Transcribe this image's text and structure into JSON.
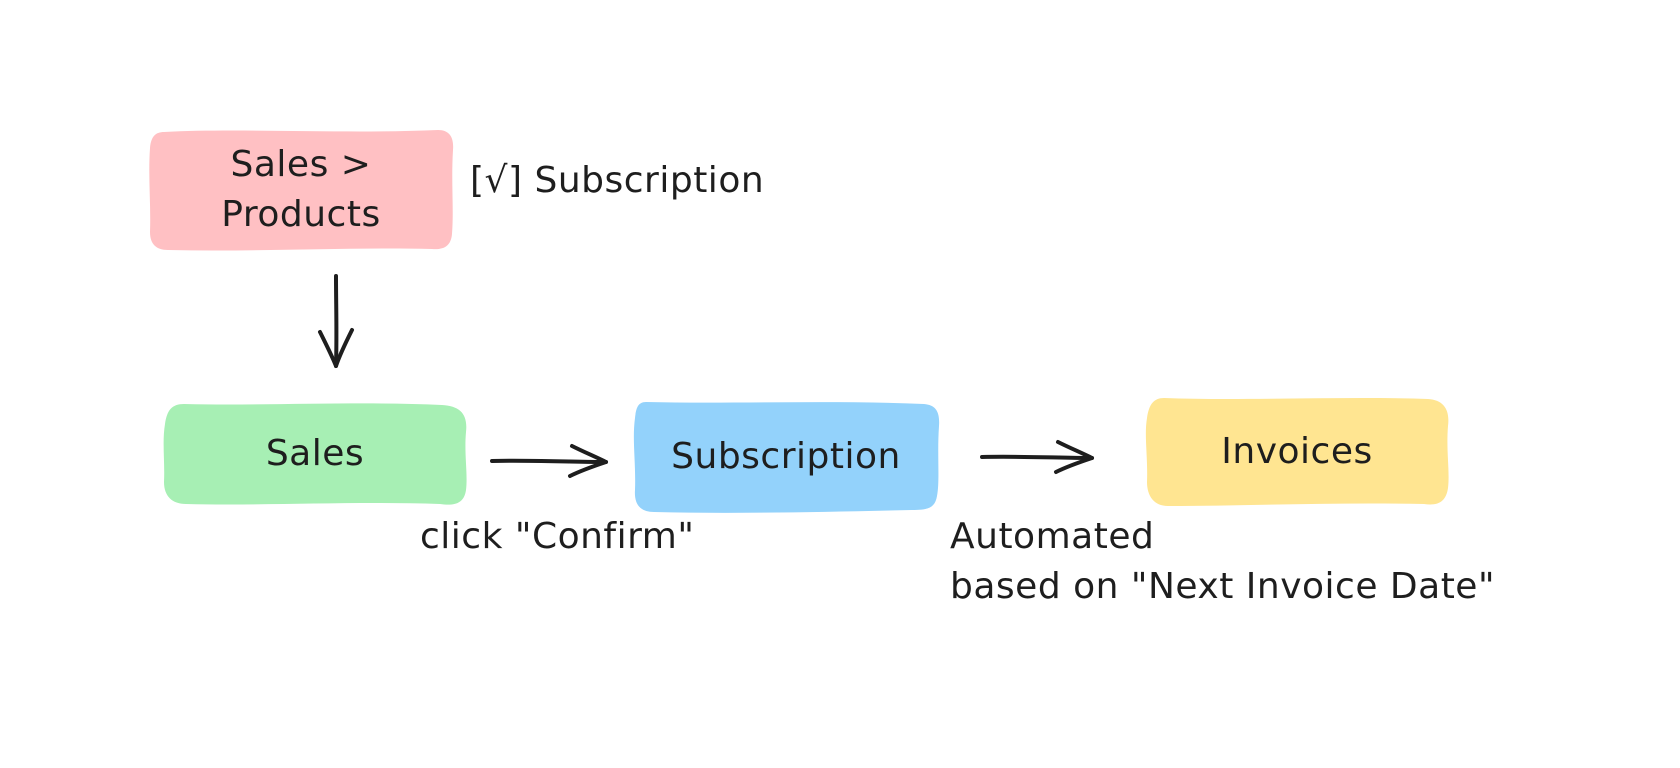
{
  "diagram": {
    "colors": {
      "ink": "#1e1e1e",
      "products_fill": "#ffc0c3",
      "sales_fill": "#a7efb4",
      "subscription_fill": "#93d2fb",
      "invoices_fill": "#ffe591"
    },
    "nodes": {
      "products": {
        "label": "Sales >\nProducts"
      },
      "sales": {
        "label": "Sales"
      },
      "subscription": {
        "label": "Subscription"
      },
      "invoices": {
        "label": "Invoices"
      }
    },
    "notes": {
      "checkbox": "[√] Subscription",
      "confirm": "click \"Confirm\"",
      "automated_line1": "Automated",
      "automated_line2": "based on \"Next Invoice Date\""
    }
  }
}
